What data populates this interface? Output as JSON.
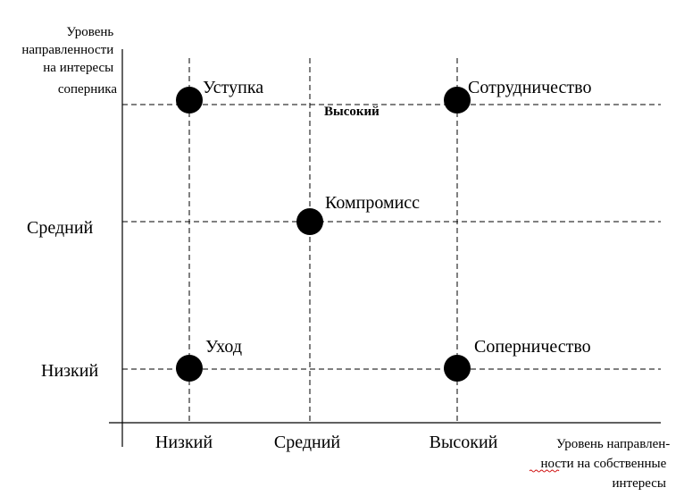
{
  "diagram": {
    "y_axis_title": [
      "Уровень",
      "направленности",
      "на интересы",
      "соперника"
    ],
    "x_axis_title": [
      "Уровень направлен-",
      "ности на собственные",
      "интересы"
    ],
    "y_levels": {
      "high": "Высокий",
      "mid": "Средний",
      "low": "Низкий"
    },
    "x_levels": {
      "low": "Низкий",
      "mid": "Средний",
      "high": "Высокий"
    },
    "strategies": {
      "concession": "Уступка",
      "cooperation": "Сотрудничество",
      "compromise": "Компромисс",
      "avoidance": "Уход",
      "rivalry": "Соперничество"
    }
  }
}
